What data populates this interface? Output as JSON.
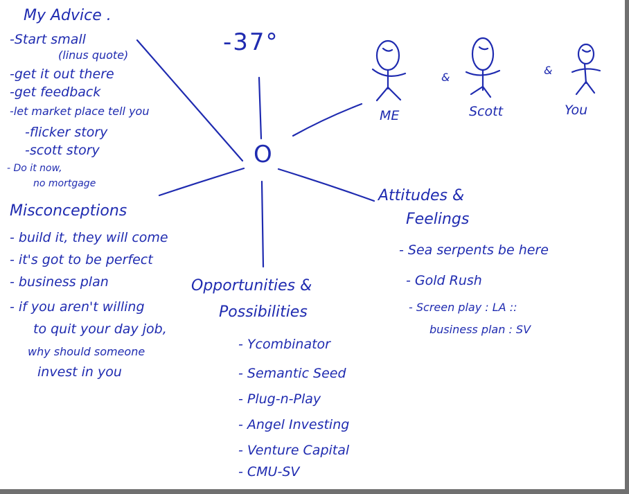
{
  "temperature": "-37°",
  "center": "O",
  "advice": {
    "title": "My Advice .",
    "items": [
      "-Start small",
      "(linus quote)",
      "-get it out there",
      "-get feedback",
      "-let market place tell you",
      "-flicker story",
      "-scott story",
      "- Do it now,",
      "no mortgage"
    ]
  },
  "misconceptions": {
    "title": "Misconceptions",
    "items": [
      "- build it, they will come",
      "- it's got to be perfect",
      "- business plan",
      "- if you aren't willing",
      "to quit your day job,",
      "why should someone",
      "invest in you"
    ]
  },
  "opportunities": {
    "title_line1": "Opportunities &",
    "title_line2": "Possibilities",
    "items": [
      "- Ycombinator",
      "- Semantic Seed",
      "- Plug-n-Play",
      "- Angel Investing",
      "- Venture Capital",
      "- CMU-SV"
    ]
  },
  "attitudes": {
    "title_line1": "Attitudes &",
    "title_line2": "Feelings",
    "items": [
      "- Sea serpents be here",
      "- Gold Rush",
      "- Screen play : LA ::",
      "business plan : SV"
    ]
  },
  "people": {
    "labels": [
      "ME",
      "Scott",
      "You"
    ],
    "separator": "&"
  }
}
